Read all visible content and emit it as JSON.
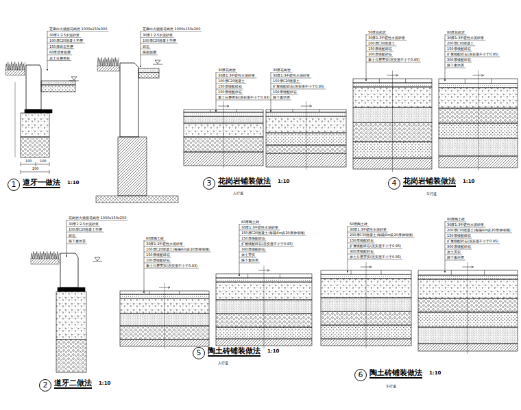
{
  "diagram": {
    "nodes": [
      {
        "text": [
          "1",
          "道牙一做法",
          "1:10"
        ]
      },
      {
        "text": [
          "3",
          "花岗岩铺装做法",
          "1:10"
        ]
      },
      {
        "text": [
          "4",
          "花岗岩铺装做法",
          "1:10"
        ]
      },
      {
        "text": [
          "2",
          "道牙二做法",
          "1:10"
        ]
      },
      {
        "text": [
          "5",
          "陶土砖铺装做法",
          "1:10"
        ]
      },
      {
        "text": [
          "6",
          "陶土砖铺装做法",
          "1:10"
        ]
      }
    ],
    "labels": [
      "芝麻白火烧面花岗岩 1000x150x300",
      "30厚1:2.5水泥砂浆",
      "100厚C20混凝土垫层",
      "150厚碎石垫层",
      "60厚沥青面层",
      "原土分层夯实",
      "芝麻白火烧面花岗岩 1000x150x300",
      "30厚1:2.5水泥砂浆",
      "100厚C20混凝土垫层",
      "碎石",
      "路面面层",
      "30厚花岗岩",
      "30厚1:3干硬性水泥砂浆",
      "100厚C20混凝土",
      "150厚级配碎石",
      "150厚级配砂石",
      "素土分层夯实(压实度不小于0.93)",
      "30厚花岗岩",
      "30厚1:3干硬性水泥砂浆",
      "150厚C20混凝土",
      "扩展级配碎石(压实度不小于0.95)",
      "150厚级配砂石",
      "路下素填夯",
      "50厚花岗岩",
      "30厚1:3干硬性水泥砂浆",
      "200厚C30混凝土",
      "150厚级配碎石",
      "300厚级配砂石",
      "素土分层夯实(压实度不小于0.95)",
      "80厚花岗岩",
      "30厚1:3干硬性水泥砂浆",
      "200厚C30混凝土",
      "150厚级配碎石",
      "扩展级配碎石(压实度不小于0.95)",
      "300厚级配砂石",
      "路下素填夯",
      "花岗岩火烧面花岗岩 1000x150x250",
      "30厚1:2.5水泥砂浆",
      "100厚C20混凝土垫层",
      "碎石",
      "路下素填夯",
      "60厚陶土砖",
      "30厚1:3干硬性水泥砂浆",
      "100厚C20混凝土(每隔6m设20厚伸缩缝)",
      "150厚级配碎石",
      "100厚级配砂石",
      "素土分层夯实(压实度不小于0.93)",
      "60厚陶土砖",
      "30厚1:3干硬性水泥砂浆",
      "150厚C20混凝土(每隔6m设20厚伸缩缝)",
      "150厚级配碎石",
      "扩展级配碎石(压实度不小于0.95)",
      "300厚级配砂石",
      "原土夯实",
      "路下素填夯",
      "60厚陶土砖",
      "30厚1:3干硬性水泥砂浆",
      "200厚C30混凝土(每隔6m设20厚伸缩缝)",
      "150厚级配碎石",
      "扩展级配碎石(压实度不小于0.95)",
      "300厚级配砂石",
      "原土分层夯实(压实度不小于0.95)",
      "80厚陶土砖",
      "30厚1:3干硬性水泥砂浆",
      "200厚C30混凝土(每隔6m设20厚伸缩缝)",
      "150厚级配碎石",
      "扩展级配碎石(压实度不小于0.95)",
      "300厚级配砂石",
      "原土夯实",
      "路下素填夯",
      "人行道",
      "车行道",
      "人行道",
      "车行道",
      "100",
      "100",
      "200"
    ]
  }
}
